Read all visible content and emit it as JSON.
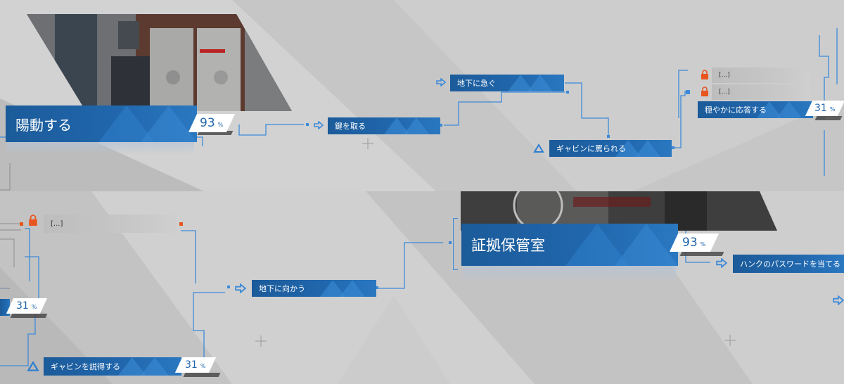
{
  "colors": {
    "accent": "#2167ad",
    "line": "#3d8ad8",
    "lock": "#e8551f",
    "background": "#c9c9c9"
  },
  "top_section": {
    "main_node": {
      "label": "陽動する",
      "percent": "93",
      "unit": "%"
    },
    "key_node": {
      "label": "鍵を取る"
    },
    "basement_rush": {
      "label": "地下に急ぐ"
    },
    "gavin_yelled": {
      "label": "ギャビンに罵られる"
    },
    "calm_answer": {
      "label": "穏やかに応答する",
      "percent": "31",
      "unit": "%"
    },
    "locked_a": {
      "label": "[...]"
    },
    "locked_b": {
      "label": "[...]"
    }
  },
  "bottom_section": {
    "locked_c": {
      "label": "[...]"
    },
    "left_percent": {
      "percent": "31",
      "unit": "%"
    },
    "persuade_gavin": {
      "label": "ギャビンを説得する",
      "percent": "31",
      "unit": "%"
    },
    "go_basement": {
      "label": "地下に向かう"
    },
    "evidence_room": {
      "label": "証拠保管室",
      "percent": "93",
      "unit": "%"
    },
    "hank_password": {
      "label": "ハンクのパスワードを当てる"
    }
  },
  "icons": {
    "arrow": "arrow-right-icon",
    "triangle": "triangle-icon",
    "lock": "lock-icon"
  }
}
